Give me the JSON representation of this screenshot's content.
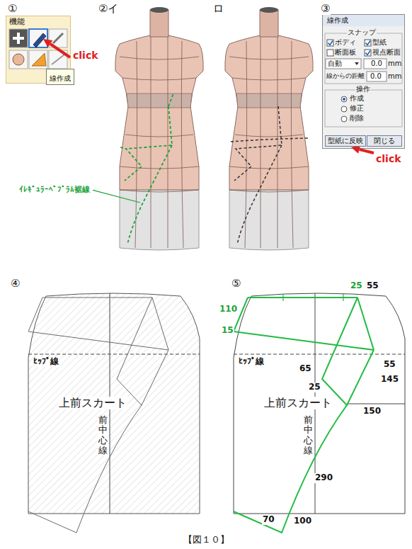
{
  "diagram": {
    "caption": "【図１０】",
    "nodes": [
      {
        "text": [
          "機能"
        ]
      },
      {
        "text": [
          "線作成"
        ],
        "in": 0
      },
      {
        "text": [
          "線作成",
          "スナップ",
          "ボディ",
          "型紙",
          "断面板",
          "視点断面",
          "自動",
          "0.0",
          "mm",
          "線からの距離",
          "0.0",
          "mm",
          "操作",
          "作成",
          "修正",
          "削除"
        ]
      },
      {
        "text": [
          "型紙に反映"
        ],
        "in": 2
      },
      {
        "text": [
          "閉じる"
        ],
        "in": 2
      },
      {
        "text": [
          "ﾋｯﾌﾟ線",
          "上前スカート",
          "前中心線"
        ]
      },
      {
        "text": [
          "ﾋｯﾌﾟ線",
          "上前スカート",
          "前中心線"
        ]
      }
    ],
    "labels": [
      "①",
      "click",
      "②イ",
      "ロ",
      "ｲﾚｷﾞｭﾗｰﾍﾟﾌﾟﾗﾑ裾線",
      "③",
      "click",
      "④",
      "⑤",
      "25",
      "55",
      "110",
      "15",
      "55",
      "65",
      "25",
      "145",
      "150",
      "290",
      "70",
      "100"
    ]
  }
}
